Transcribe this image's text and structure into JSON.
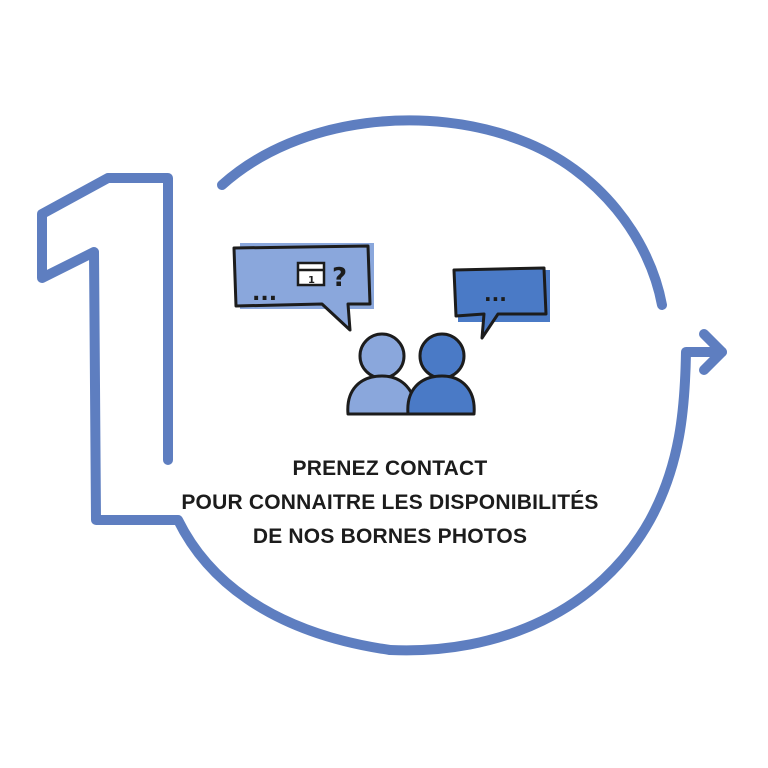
{
  "step": {
    "caption": [
      "PRENEZ CONTACT",
      "POUR CONNAITRE LES DISPONIBILITÉS",
      "DE NOS BORNES PHOTOS"
    ]
  },
  "bubbles": {
    "left_dots": "...",
    "left_question": "?",
    "calendar_day": "1",
    "right_dots": "..."
  },
  "colors": {
    "stroke": "#5e7ec0",
    "light_blue": "#8aa7dc",
    "mid_blue": "#4a7ac6",
    "ink": "#1c1c1c"
  },
  "icons": [
    "number-one-outline",
    "cycle-arrow",
    "speech-bubble-icon",
    "calendar-icon",
    "question-mark-icon",
    "people-icon"
  ]
}
